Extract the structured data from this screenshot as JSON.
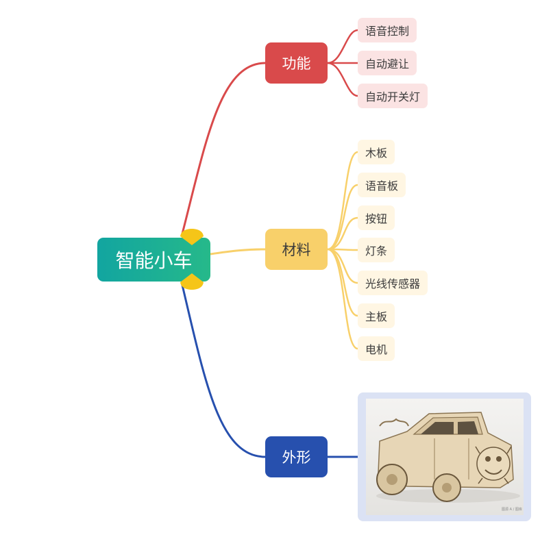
{
  "root": {
    "label": "智能小车"
  },
  "branches": {
    "function": {
      "label": "功能",
      "color": "#d94a4b",
      "leaves": [
        "语音控制",
        "自动避让",
        "自动开关灯"
      ]
    },
    "material": {
      "label": "材料",
      "color": "#f8d06a",
      "leaves": [
        "木板",
        "语音板",
        "按钮",
        "灯条",
        "光线传感器",
        "主板",
        "电机"
      ]
    },
    "appearance": {
      "label": "外形",
      "color": "#2750ae",
      "image": {
        "watermark": "图源 A / 图库"
      }
    }
  },
  "colors": {
    "root_start": "#12a5a0",
    "root_end": "#26b98a",
    "collapse_marker": "#f5c518"
  },
  "icons": {
    "collapse_top": "collapse-marker-icon",
    "collapse_bottom": "collapse-marker-icon"
  }
}
